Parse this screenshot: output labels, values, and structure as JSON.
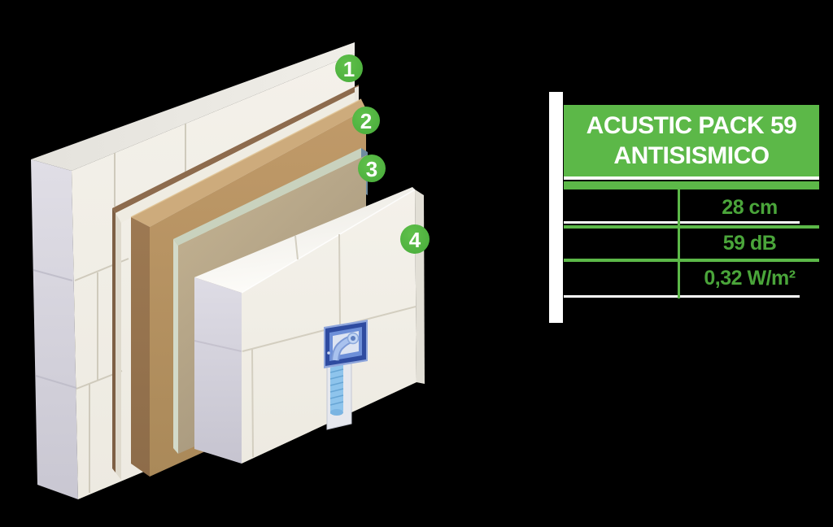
{
  "background": "#000000",
  "colors": {
    "accent_green": "#5cb848",
    "value_green": "#4aa53a",
    "white": "#ffffff",
    "wall_cream": "#f3f0e9",
    "wall_side_lavender": "#d6d4de",
    "fiberboard_brown": "#b69160",
    "insulation_khaki": "#bcab8b",
    "glass_edge_sage": "#ccd4c2",
    "conduit_blue": "#3b57b0",
    "tube_light_blue": "#8ec4ec"
  },
  "diagram": {
    "badges": [
      {
        "number": "1"
      },
      {
        "number": "2"
      },
      {
        "number": "3"
      },
      {
        "number": "4"
      }
    ]
  },
  "panel": {
    "title_line1": "ACUSTIC PACK 59",
    "title_line2": "ANTISISMICO",
    "rows": [
      {
        "value": "28 cm"
      },
      {
        "value": "59 dB"
      },
      {
        "value": "0,32 W/m²"
      }
    ]
  }
}
